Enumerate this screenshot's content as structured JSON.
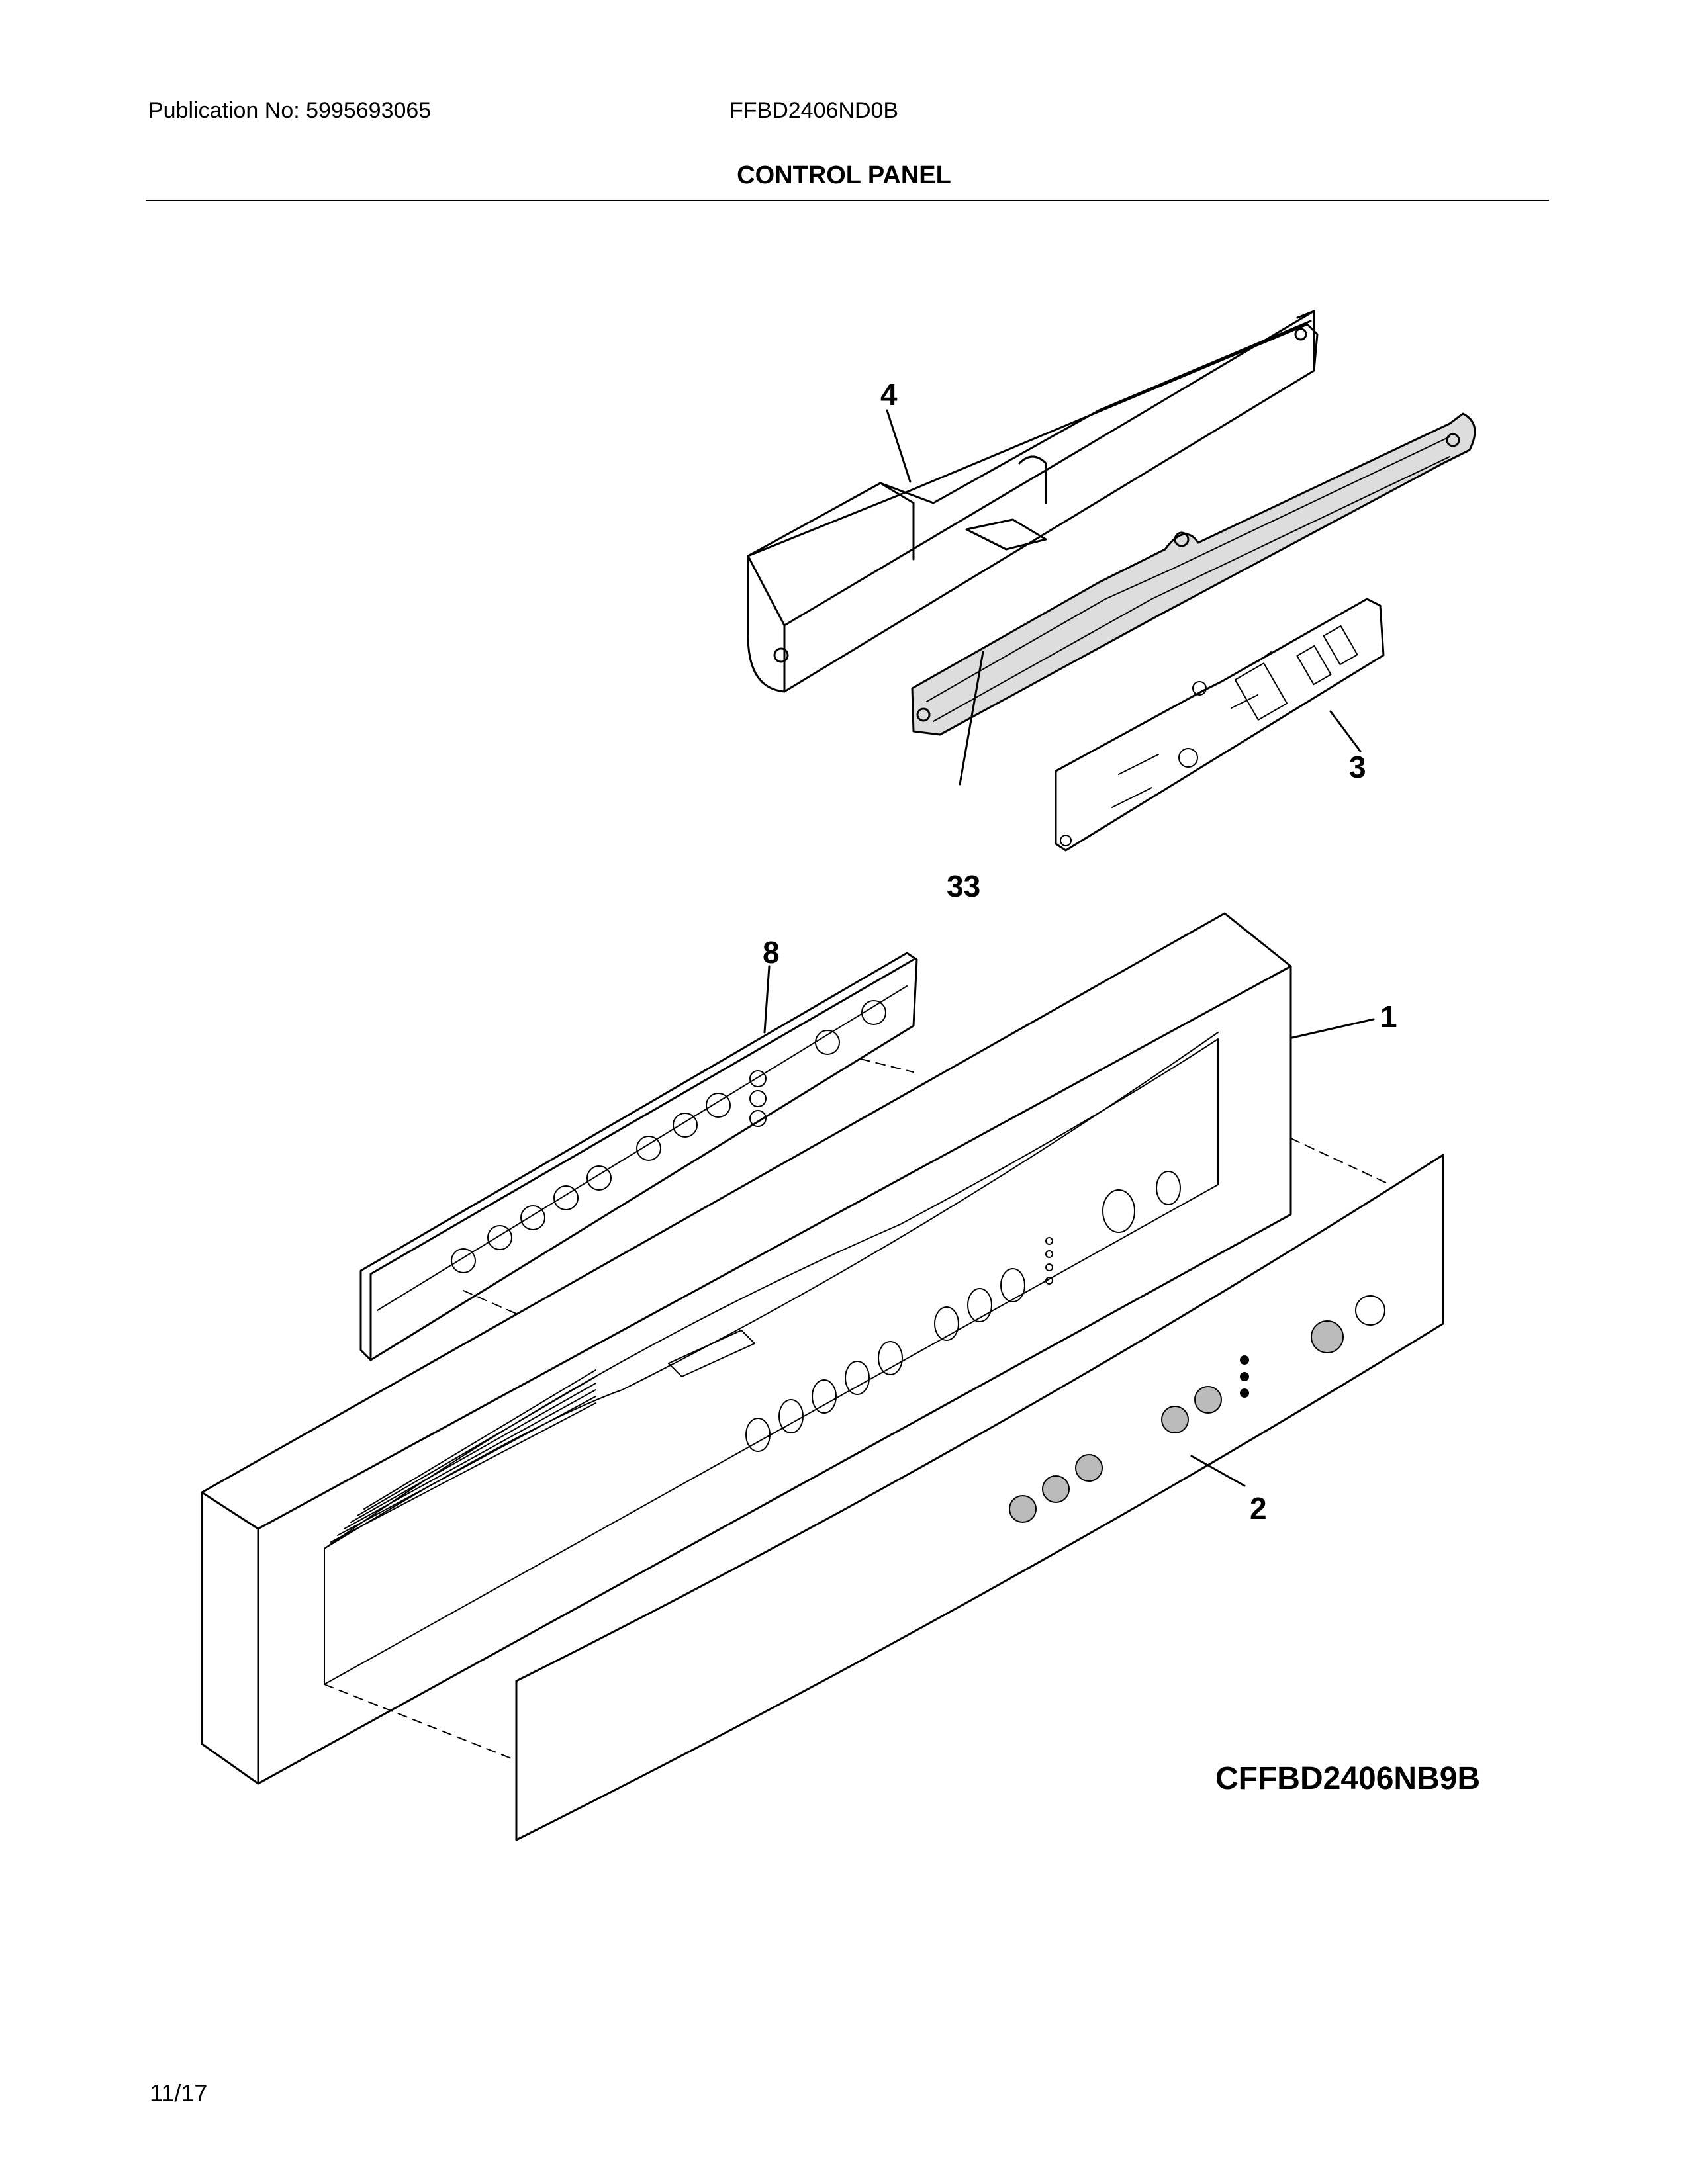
{
  "header": {
    "publication": "Publication No: 5995693065",
    "model": "FFBD2406ND0B",
    "section_title": "CONTROL PANEL"
  },
  "callouts": {
    "c1": "1",
    "c2": "2",
    "c3": "3",
    "c4": "4",
    "c8": "8",
    "c33": "33"
  },
  "drawing_code": "CFFBD2406NB9B",
  "footer": {
    "page": "11/17"
  }
}
